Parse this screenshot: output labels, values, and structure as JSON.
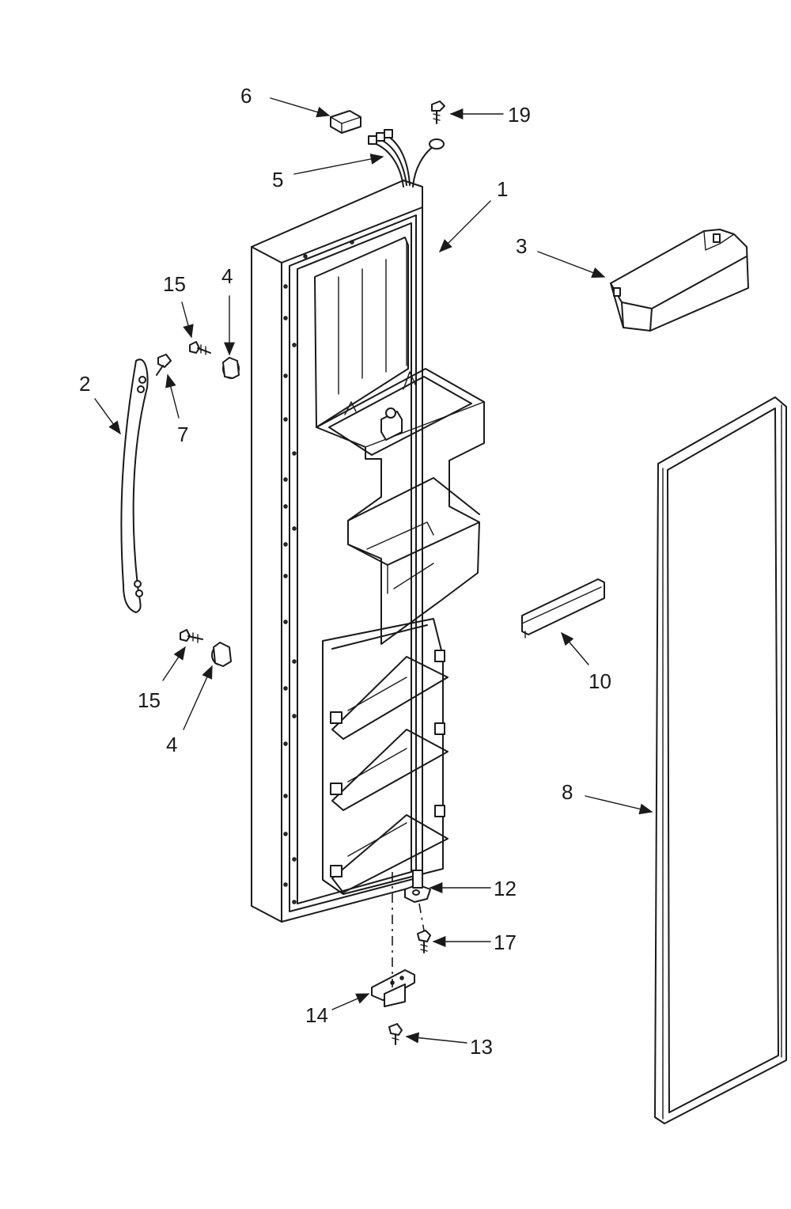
{
  "callouts": [
    {
      "id": "c6",
      "label": "6"
    },
    {
      "id": "c19",
      "label": "19"
    },
    {
      "id": "c5",
      "label": "5"
    },
    {
      "id": "c1",
      "label": "1"
    },
    {
      "id": "c3",
      "label": "3"
    },
    {
      "id": "c15a",
      "label": "15"
    },
    {
      "id": "c4a",
      "label": "4"
    },
    {
      "id": "c2",
      "label": "2"
    },
    {
      "id": "c7",
      "label": "7"
    },
    {
      "id": "c15b",
      "label": "15"
    },
    {
      "id": "c4b",
      "label": "4"
    },
    {
      "id": "c10",
      "label": "10"
    },
    {
      "id": "c8",
      "label": "8"
    },
    {
      "id": "c12",
      "label": "12"
    },
    {
      "id": "c17",
      "label": "17"
    },
    {
      "id": "c14",
      "label": "14"
    },
    {
      "id": "c13",
      "label": "13"
    }
  ]
}
